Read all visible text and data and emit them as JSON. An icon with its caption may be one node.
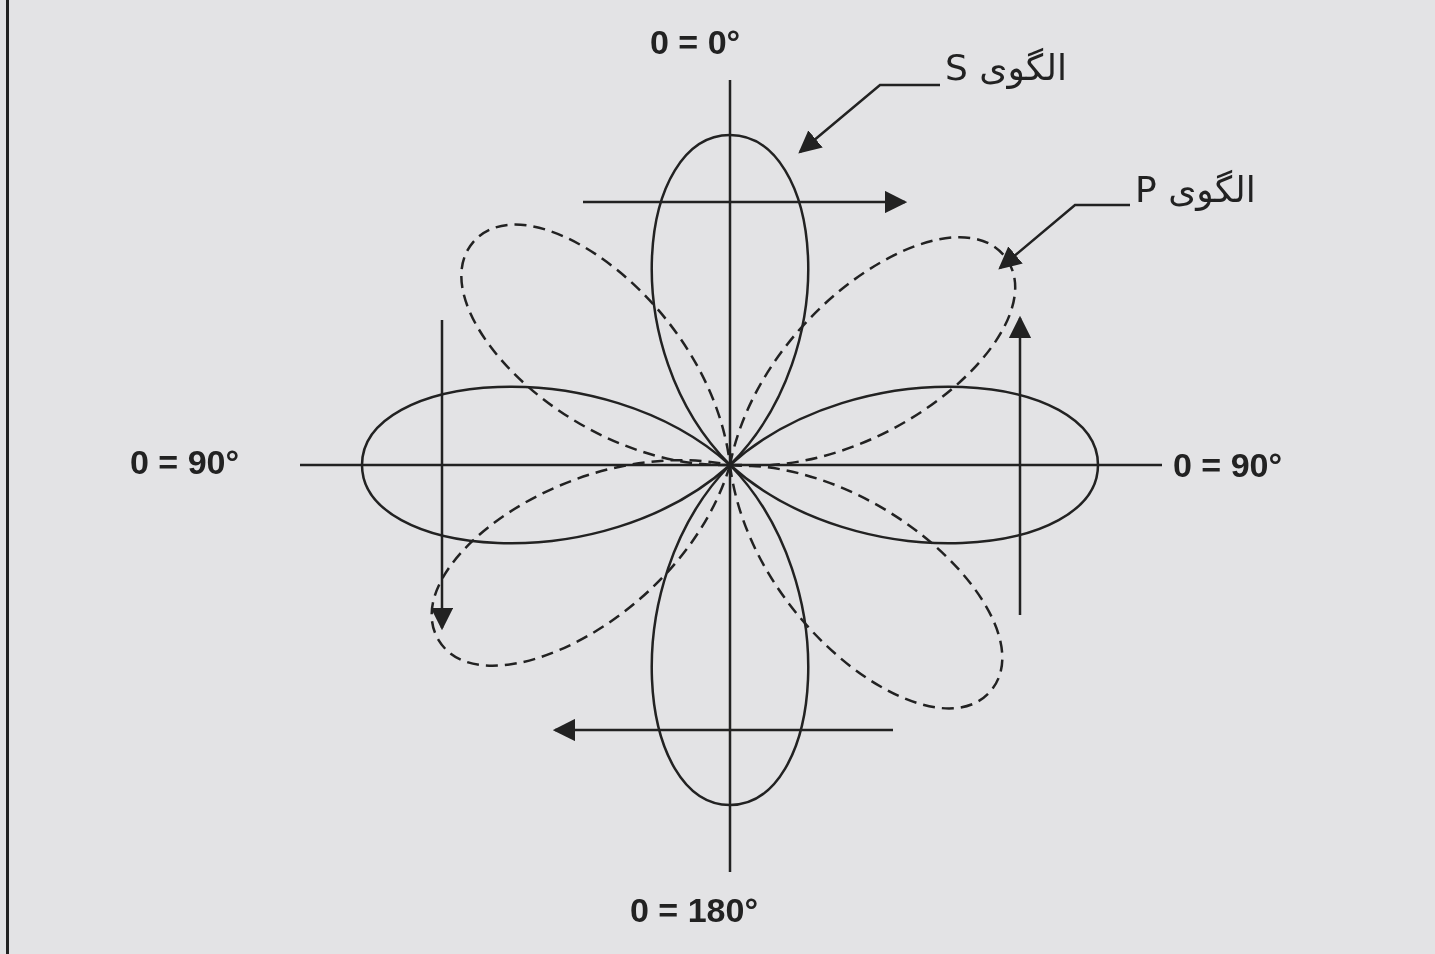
{
  "diagram": {
    "nodes": [
      {
        "text": [
          "الگوی S"
        ]
      },
      {
        "text": [],
        "shape": "petal"
      },
      {
        "text": [
          "الگوی P"
        ]
      },
      {
        "text": [],
        "shape": "petal"
      },
      {
        "text": [],
        "shape": "petal"
      },
      {
        "text": [],
        "shape": "petal"
      },
      {
        "text": [],
        "shape": "petal"
      },
      {
        "text": [],
        "shape": "petal"
      },
      {
        "text": [],
        "shape": "petal"
      },
      {
        "text": [],
        "shape": "petal"
      }
    ],
    "edges": [
      {
        "from": 0,
        "to": 1,
        "arrow": "to"
      },
      {
        "from": 2,
        "to": 3,
        "arrow": "to"
      }
    ],
    "labels": [
      "0 = 0°",
      "0 = 90°",
      "0 = 90°",
      "0 = 180°"
    ]
  }
}
